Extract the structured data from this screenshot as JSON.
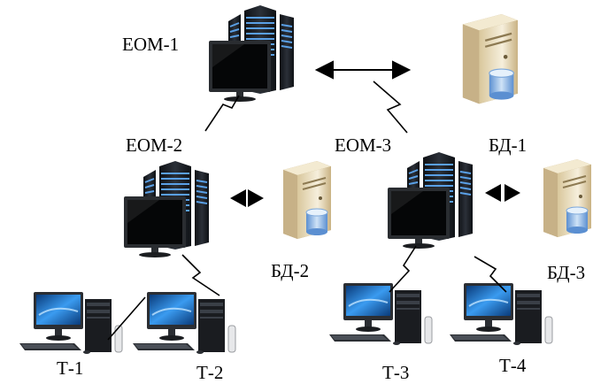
{
  "labels": {
    "eom1": "ЕОМ-1",
    "eom2": "ЕОМ-2",
    "eom3": "ЕОМ-3",
    "bd1": "БД-1",
    "bd2": "БД-2",
    "bd3": "БД-3",
    "t1": "Т-1",
    "t2": "Т-2",
    "t3": "Т-3",
    "t4": "Т-4"
  },
  "icons": {
    "server_rack": "server-rack-icon",
    "monitor": "monitor-icon",
    "database_server": "database-server-icon",
    "workstation": "workstation-icon"
  },
  "colors": {
    "rack_dark": "#1c1f24",
    "rack_light": "#3a6fb0",
    "db_case": "#e8dcc0",
    "db_cylinder": "#9ec3e8",
    "screen_blue": "#2a7fd4"
  }
}
